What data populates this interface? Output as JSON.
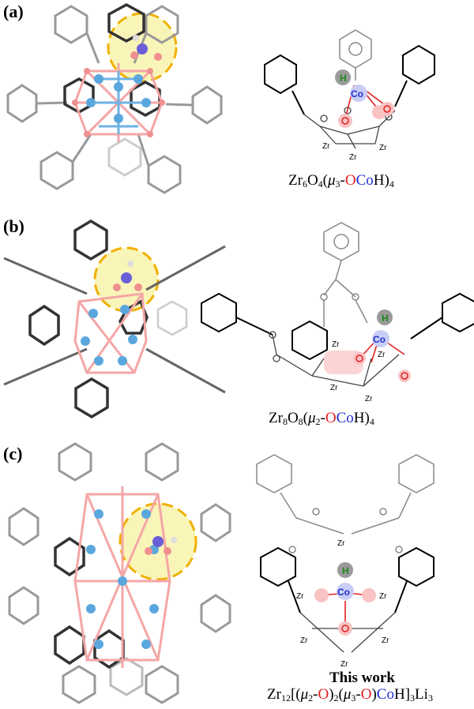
{
  "panels": [
    {
      "label": "(a)",
      "formula": {
        "pre": "Zr",
        "s1": "6",
        "mid": "O",
        "s2": "4",
        "open": "(",
        "mu": "μ",
        "musub": "3",
        "dash": "-",
        "o": "O",
        "co": "Co",
        "h": "H)",
        "end": "4"
      }
    },
    {
      "label": "(b)",
      "formula": {
        "pre": "Zr",
        "s1": "8",
        "mid": "O",
        "s2": "8",
        "open": "(",
        "mu": "μ",
        "musub": "2",
        "dash": "-",
        "o": "O",
        "co": "Co",
        "h": "H)",
        "end": "4"
      }
    },
    {
      "label": "(c)",
      "title": "This work",
      "formula": {
        "pre": "Zr",
        "s1": "12",
        "b1": "[(",
        "mu1": "μ",
        "mu1sub": "2",
        "d1": "-",
        "o1": "O",
        "b2": ")",
        "b2sub": "2",
        "b3": "(",
        "mu2": "μ",
        "mu2sub": "3",
        "d2": "-",
        "o2": "O",
        "b4": ")",
        "co": "Co",
        "h": "H]",
        "s3": "3",
        "li": "Li",
        "s4": "3"
      }
    }
  ],
  "atoms": {
    "zr": "Zr",
    "co": "Co",
    "h": "H"
  },
  "colors": {
    "zr": "#5aa7de",
    "o": "#f08f8f",
    "co": "#6a5fd6",
    "c_dark": "#333333",
    "c_light": "#888888",
    "highlight": "#f5f08a",
    "dash": "#f0b000"
  }
}
